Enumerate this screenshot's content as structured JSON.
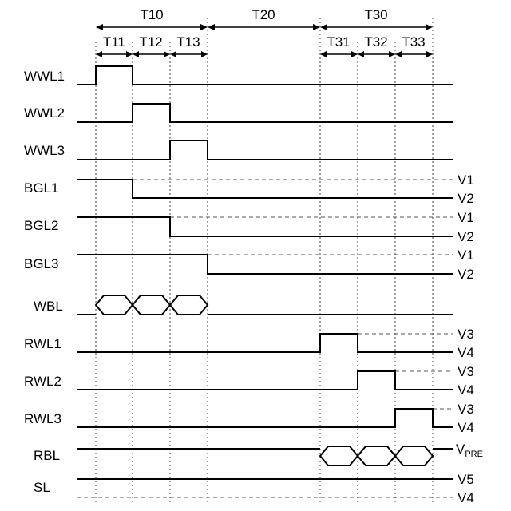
{
  "periods": {
    "major": [
      {
        "label": "T10"
      },
      {
        "label": "T20"
      },
      {
        "label": "T30"
      }
    ],
    "minor": [
      {
        "label": "T11"
      },
      {
        "label": "T12"
      },
      {
        "label": "T13"
      },
      {
        "label": "T31"
      },
      {
        "label": "T32"
      },
      {
        "label": "T33"
      }
    ]
  },
  "signals": [
    {
      "name": "WWL1"
    },
    {
      "name": "WWL2"
    },
    {
      "name": "WWL3"
    },
    {
      "name": "BGL1",
      "levels": [
        "V1",
        "V2"
      ]
    },
    {
      "name": "BGL2",
      "levels": [
        "V1",
        "V2"
      ]
    },
    {
      "name": "BGL3",
      "levels": [
        "V1",
        "V2"
      ]
    },
    {
      "name": "WBL"
    },
    {
      "name": "RWL1",
      "levels": [
        "V3",
        "V4"
      ]
    },
    {
      "name": "RWL2",
      "levels": [
        "V3",
        "V4"
      ]
    },
    {
      "name": "RWL3",
      "levels": [
        "V3",
        "V4"
      ]
    },
    {
      "name": "RBL",
      "levels": [
        "V",
        "PRE"
      ]
    },
    {
      "name": "SL",
      "levels": [
        "V5",
        "V4"
      ]
    }
  ]
}
